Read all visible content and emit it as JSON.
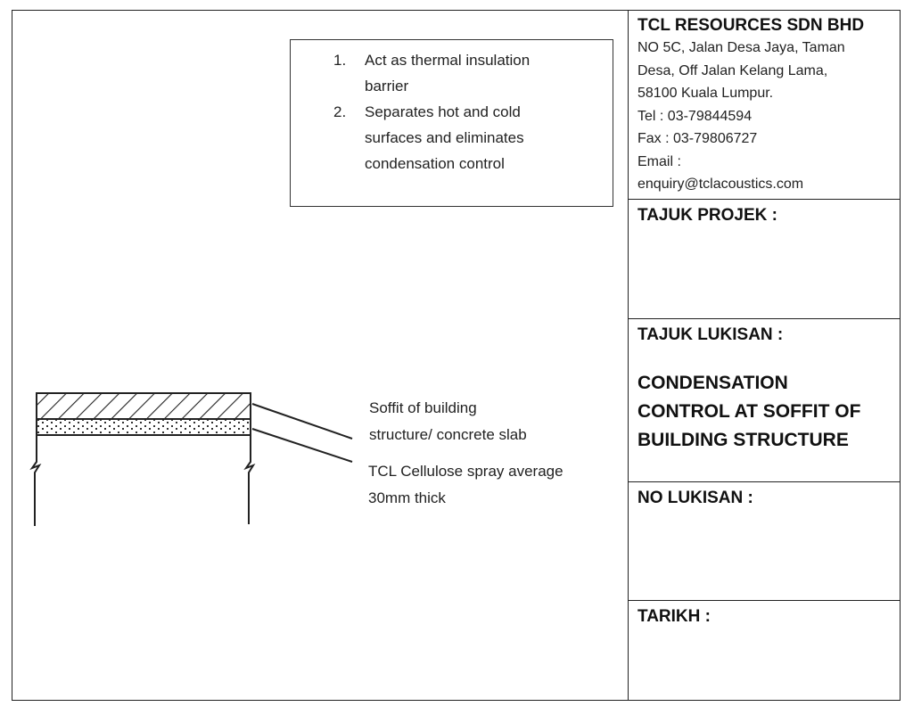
{
  "title_block": {
    "company": {
      "name": "TCL RESOURCES SDN BHD",
      "address_lines": [
        "NO 5C, Jalan Desa Jaya, Taman",
        "Desa, Off Jalan Kelang Lama,",
        "58100 Kuala Lumpur."
      ],
      "tel": "Tel : 03-79844594",
      "fax": "Fax : 03-79806727",
      "email_label": "Email :",
      "email": "enquiry@tclacoustics.com"
    },
    "project_title_label": "TAJUK PROJEK :",
    "project_title_value": "",
    "drawing_title_label": "TAJUK LUKISAN :",
    "drawing_title_lines": [
      "CONDENSATION",
      "CONTROL AT SOFFIT OF",
      "BUILDING STRUCTURE"
    ],
    "drawing_no_label": "NO LUKISAN :",
    "drawing_no_value": "",
    "date_label": "TARIKH :",
    "date_value": ""
  },
  "notes": [
    {
      "number": "1.",
      "text_lines": [
        "Act as thermal insulation",
        "barrier"
      ]
    },
    {
      "number": "2.",
      "text_lines": [
        "Separates hot and cold",
        "surfaces and eliminates",
        "condensation control"
      ]
    }
  ],
  "section_labels": {
    "slab": [
      "Soffit of building",
      "structure/ concrete slab"
    ],
    "spray": [
      "TCL Cellulose spray average",
      "30mm thick"
    ]
  }
}
